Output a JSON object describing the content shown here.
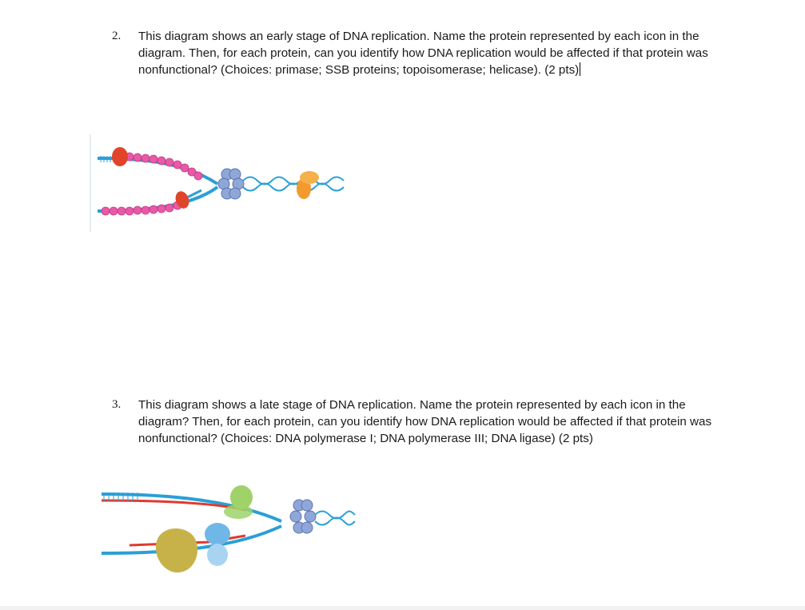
{
  "questions": [
    {
      "number": "2.",
      "text": "This diagram shows an early stage of DNA replication.  Name the protein represented by each icon in the diagram. Then, for each protein, can you identify how DNA replication would be affected if that protein was nonfunctional? (Choices: primase; SSB proteins; topoisomerase; helicase). (2 pts)"
    },
    {
      "number": "3.",
      "text": "This diagram shows a late stage of DNA replication. Name the protein represented by each icon in the diagram? Then, for each protein, can you identify how DNA replication would be affected if that protein was nonfunctional? (Choices: DNA polymerase I; DNA polymerase III; DNA ligase) (2 pts)"
    }
  ],
  "colors": {
    "dna_blue": "#2a9fd6",
    "rna_red": "#e03a2e",
    "ssb_pink": "#e85aa6",
    "primase_red": "#e0452b",
    "helicase_blue": "#8fa6d8",
    "topoisomerase_orange": "#f29a2e",
    "pol3_blue": "#6fb7e6",
    "pol1_green": "#9fd36a",
    "ligase_olive": "#c7b24a"
  }
}
